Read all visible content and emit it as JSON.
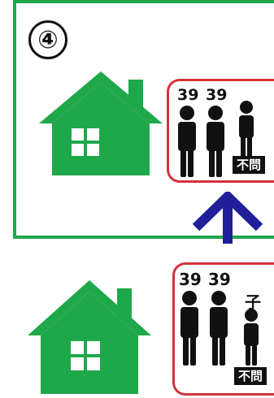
{
  "step": {
    "number": "④"
  },
  "colors": {
    "green": "#1fa84a",
    "red": "#d6313d",
    "navy": "#1f1f99",
    "black": "#111111"
  },
  "icons": [
    "house-icon",
    "person-icon",
    "arrow-up-icon"
  ],
  "upper_household": {
    "ages": [
      "39",
      "39"
    ],
    "tag": "不問"
  },
  "lower_household": {
    "ages": [
      "39",
      "39"
    ],
    "child_label": "子",
    "tag": "不問"
  }
}
